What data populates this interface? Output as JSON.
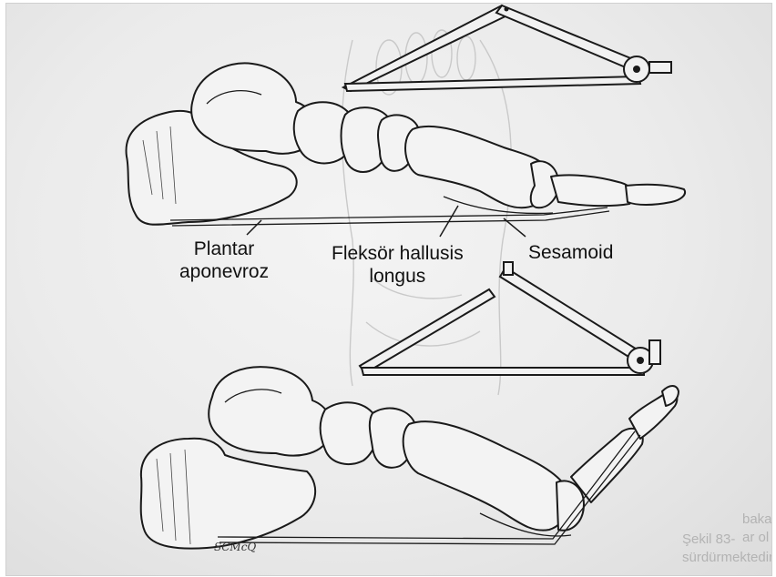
{
  "labels": {
    "plantar": [
      "Plantar",
      "aponevroz"
    ],
    "flexor": [
      "Fleksör hallusis",
      "longus"
    ],
    "sesamoid": "Sesamoid"
  },
  "signature": "SCMcQ",
  "bleed_through": {
    "line1": "Şekil 83-",
    "line2": "sürdürmektedir. Birinci",
    "right1": "baka",
    "right2": "ar ol"
  },
  "colors": {
    "paper": "#ebebeb",
    "ink": "#1a1a1a",
    "bleed": "#b3b3b3"
  }
}
